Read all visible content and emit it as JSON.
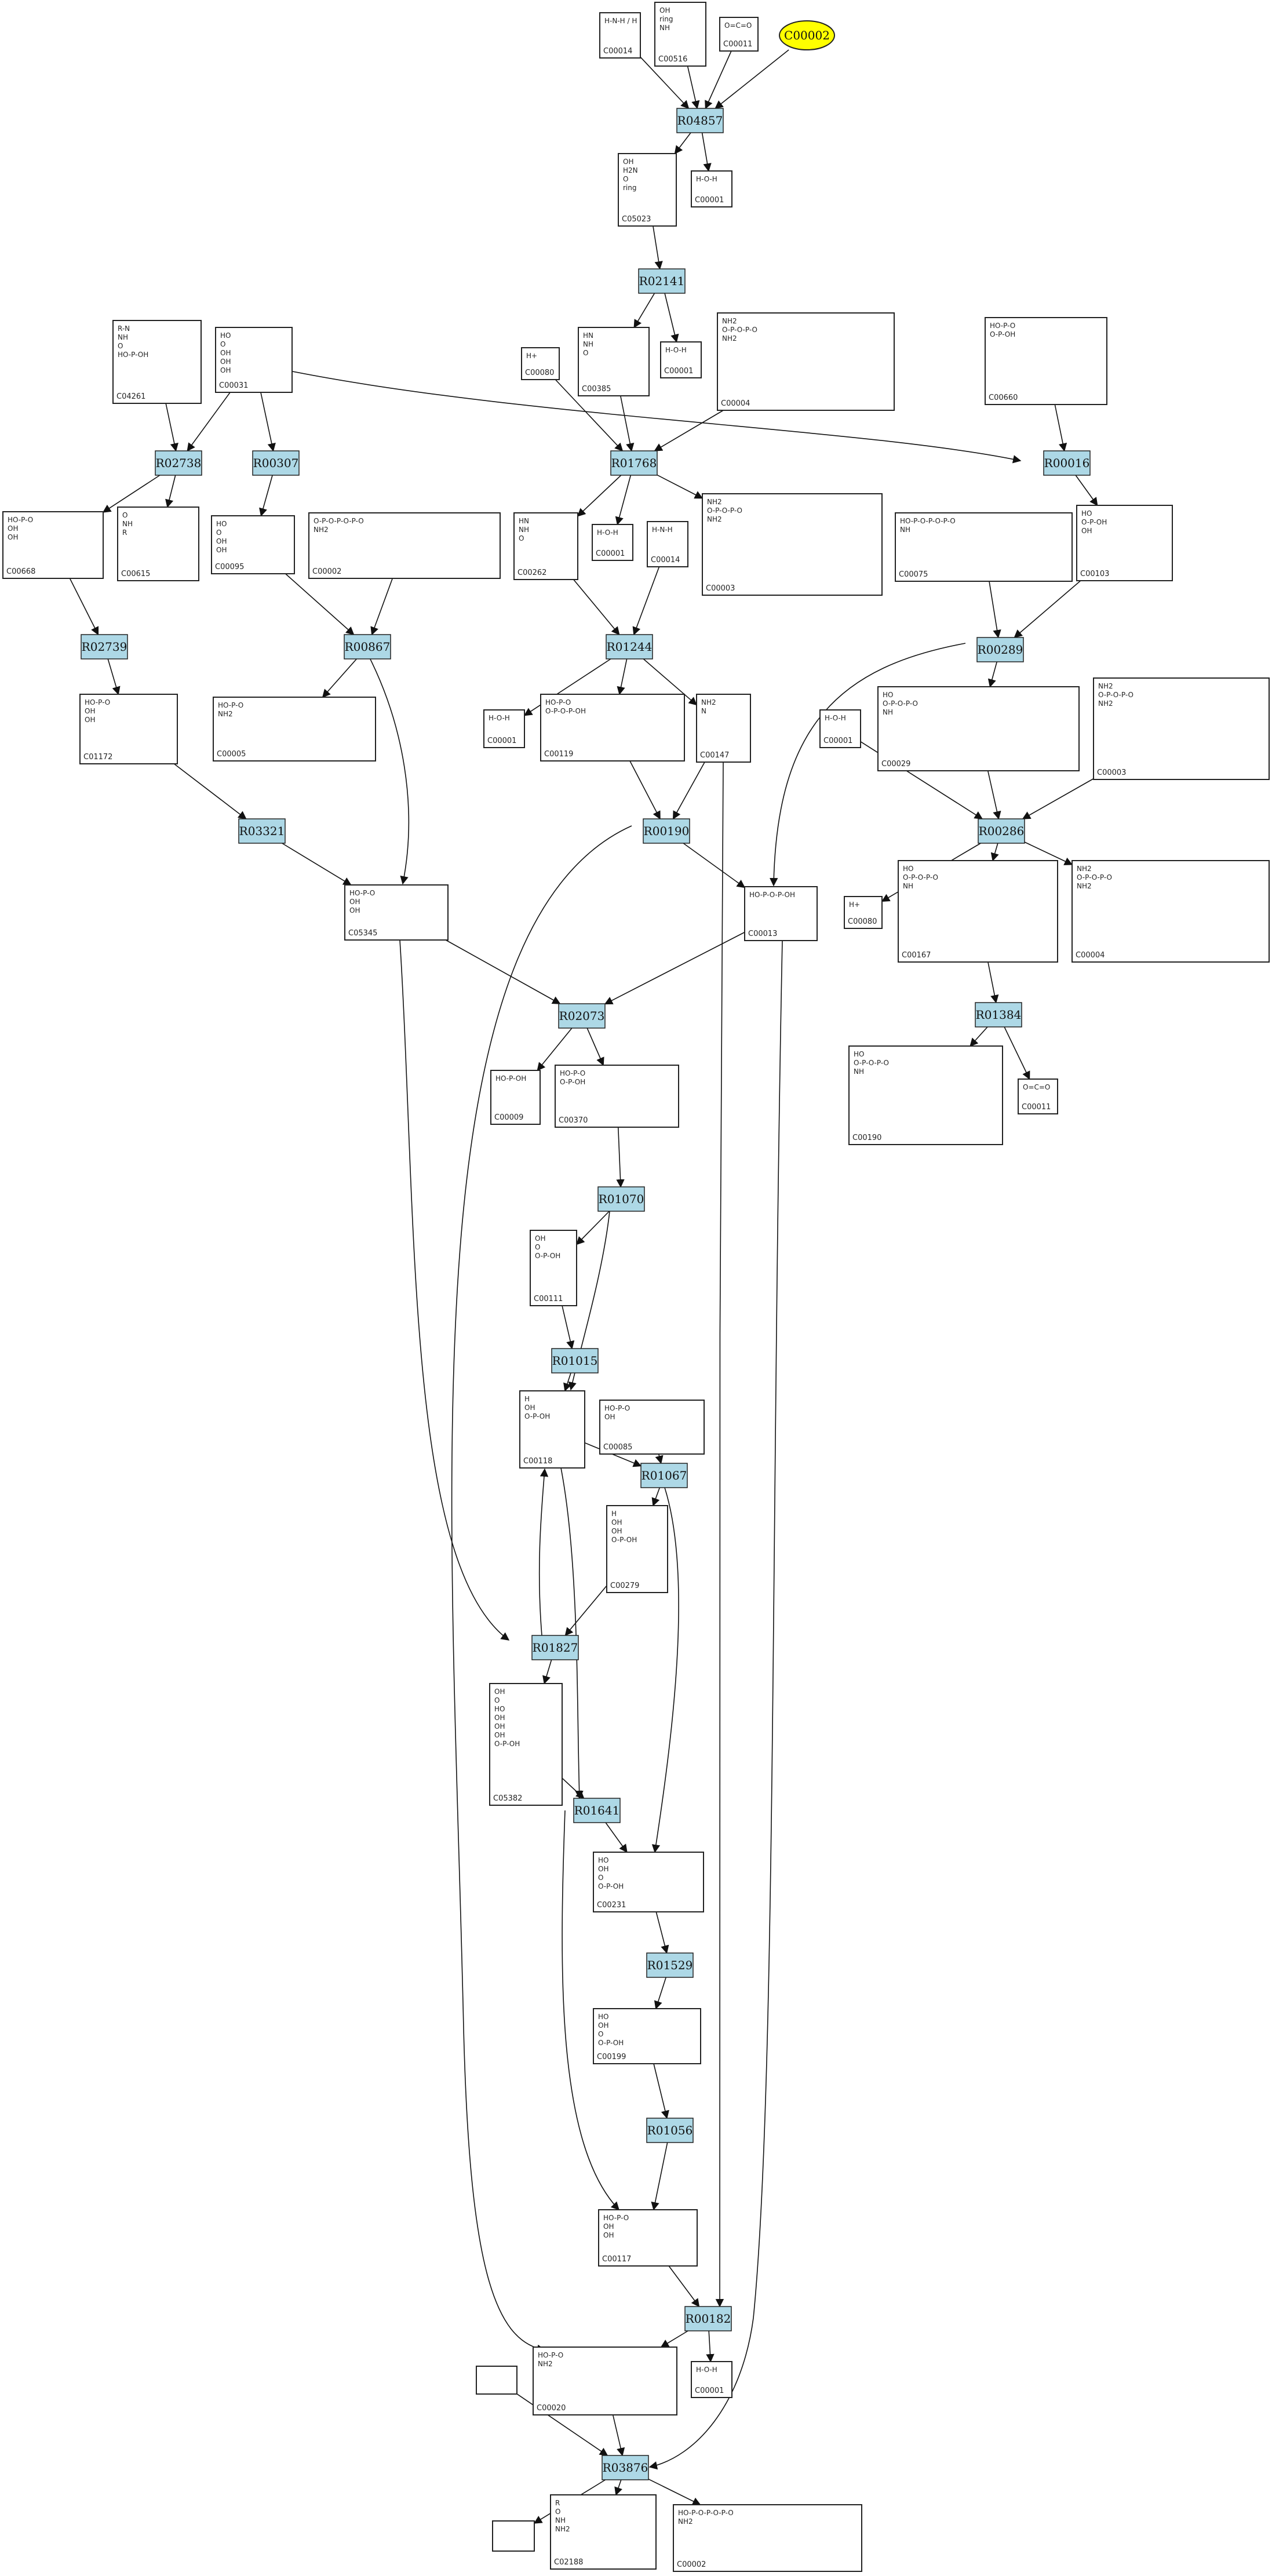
{
  "colors": {
    "reaction_fill": "#add8e6",
    "highlight_fill": "#ffff00",
    "box_stroke": "#222222",
    "edge": "#111111"
  },
  "reactions": [
    {
      "id": "R04857"
    },
    {
      "id": "R02141"
    },
    {
      "id": "R02738"
    },
    {
      "id": "R00307"
    },
    {
      "id": "R01768"
    },
    {
      "id": "R00016"
    },
    {
      "id": "R02739"
    },
    {
      "id": "R00867"
    },
    {
      "id": "R01244"
    },
    {
      "id": "R00289"
    },
    {
      "id": "R03321"
    },
    {
      "id": "R00190"
    },
    {
      "id": "R00286"
    },
    {
      "id": "R02073"
    },
    {
      "id": "R01384"
    },
    {
      "id": "R01070"
    },
    {
      "id": "R01015"
    },
    {
      "id": "R01067"
    },
    {
      "id": "R01827"
    },
    {
      "id": "R01641"
    },
    {
      "id": "R01529"
    },
    {
      "id": "R01056"
    },
    {
      "id": "R00182"
    },
    {
      "id": "R03876"
    }
  ],
  "compounds": [
    {
      "id": "C00014",
      "label": "C00014",
      "structure": "H-N-H / H"
    },
    {
      "id": "C00516",
      "label": "C00516",
      "structure": "OH, ring, NH"
    },
    {
      "id": "C00011",
      "label": "C00011",
      "structure": "O=C=O"
    },
    {
      "id": "C00002_hl",
      "label": "C00002",
      "structure": ""
    },
    {
      "id": "C05023",
      "label": "C05023",
      "structure": "OH, H2N, O, ring"
    },
    {
      "id": "C00001_a",
      "label": "C00001",
      "structure": "H-O-H"
    },
    {
      "id": "C04261",
      "label": "C04261",
      "structure": "R-N, NH, O, HO-P-OH"
    },
    {
      "id": "C00031",
      "label": "C00031",
      "structure": "HO, O, OH, OH, OH"
    },
    {
      "id": "C00080_a",
      "label": "C00080",
      "structure": "H+"
    },
    {
      "id": "C00385",
      "label": "C00385",
      "structure": "HN, NH, O"
    },
    {
      "id": "C00001_b",
      "label": "C00001",
      "structure": "H-O-H"
    },
    {
      "id": "C00004_a",
      "label": "C00004",
      "structure": "NH2, O-P-O-P-O, NH2"
    },
    {
      "id": "C00668",
      "label": "C00668",
      "structure": "HO-P-O, OH, OH"
    },
    {
      "id": "C00615",
      "label": "C00615",
      "structure": "O, NH, R"
    },
    {
      "id": "C00095",
      "label": "C00095",
      "structure": "HO, O, OH, OH"
    },
    {
      "id": "C00002_a",
      "label": "C00002",
      "structure": "O-P-O-P-O-P-O, NH2"
    },
    {
      "id": "C00262",
      "label": "C00262",
      "structure": "HN, NH, O"
    },
    {
      "id": "C00001_c",
      "label": "C00001",
      "structure": "H-O-H"
    },
    {
      "id": "C00014_b",
      "label": "C00014",
      "structure": "H-N-H"
    },
    {
      "id": "C00003_a",
      "label": "C00003",
      "structure": "NH2, O-P-O-P-O, NH2"
    },
    {
      "id": "C00660",
      "label": "C00660",
      "structure": "HO-P-O, O-P-OH"
    },
    {
      "id": "C00075",
      "label": "C00075",
      "structure": "HO-P-O-P-O-P-O, NH"
    },
    {
      "id": "C00103",
      "label": "C00103",
      "structure": "HO, O-P-OH, OH"
    },
    {
      "id": "C01172",
      "label": "C01172",
      "structure": "HO-P-O, OH, OH"
    },
    {
      "id": "C00005",
      "label": "C00005",
      "structure": "HO-P-O, NH2"
    },
    {
      "id": "C00001_d",
      "label": "C00001",
      "structure": "H-O-H"
    },
    {
      "id": "C00119",
      "label": "C00119",
      "structure": "HO-P-O, O-P-O-P-OH"
    },
    {
      "id": "C00147",
      "label": "C00147",
      "structure": "NH2, N"
    },
    {
      "id": "C00001_e",
      "label": "C00001",
      "structure": "H-O-H"
    },
    {
      "id": "C00029",
      "label": "C00029",
      "structure": "HO, O-P-O-P-O, NH"
    },
    {
      "id": "C00003_b",
      "label": "C00003",
      "structure": "NH2, O-P-O-P-O, NH2"
    },
    {
      "id": "C05345",
      "label": "C05345",
      "structure": "HO-P-O, OH, OH"
    },
    {
      "id": "C00013",
      "label": "C00013",
      "structure": "HO-P-O-P-OH"
    },
    {
      "id": "C00080_b",
      "label": "C00080",
      "structure": "H+"
    },
    {
      "id": "C00167",
      "label": "C00167",
      "structure": "HO, O-P-O-P-O, NH"
    },
    {
      "id": "C00004_b",
      "label": "C00004",
      "structure": "NH2, O-P-O-P-O, NH2"
    },
    {
      "id": "C00009",
      "label": "C00009",
      "structure": "HO-P-OH"
    },
    {
      "id": "C00370",
      "label": "C00370",
      "structure": "HO-P-O, O-P-OH"
    },
    {
      "id": "C00190",
      "label": "C00190",
      "structure": "HO, O-P-O-P-O, NH"
    },
    {
      "id": "C00011_b",
      "label": "C00011",
      "structure": "O=C=O"
    },
    {
      "id": "C00111",
      "label": "C00111",
      "structure": "OH, O, O-P-OH"
    },
    {
      "id": "C00118",
      "label": "C00118",
      "structure": "H, OH, O-P-OH"
    },
    {
      "id": "C00085",
      "label": "C00085",
      "structure": "HO-P-O, OH"
    },
    {
      "id": "C00279",
      "label": "C00279",
      "structure": "H, OH, OH, O-P-OH"
    },
    {
      "id": "C05382",
      "label": "C05382",
      "structure": "OH, O, HO, OH, OH, OH, O-P-OH"
    },
    {
      "id": "C00231",
      "label": "C00231",
      "structure": "HO, OH, O, O-P-OH"
    },
    {
      "id": "C00199",
      "label": "C00199",
      "structure": "HO, OH, O, O-P-OH"
    },
    {
      "id": "C00117",
      "label": "C00117",
      "structure": "HO-P-O, OH, OH"
    },
    {
      "id": "C00020",
      "label": "C00020",
      "structure": "HO-P-O, NH2"
    },
    {
      "id": "C00001_f",
      "label": "C00001",
      "structure": "H-O-H"
    },
    {
      "id": "blank_a",
      "label": "",
      "structure": ""
    },
    {
      "id": "blank_b",
      "label": "",
      "structure": ""
    },
    {
      "id": "C02188",
      "label": "C02188",
      "structure": "R, O, NH, NH2"
    },
    {
      "id": "C00002_b",
      "label": "C00002",
      "structure": "HO-P-O-P-O-P-O, NH2"
    }
  ]
}
